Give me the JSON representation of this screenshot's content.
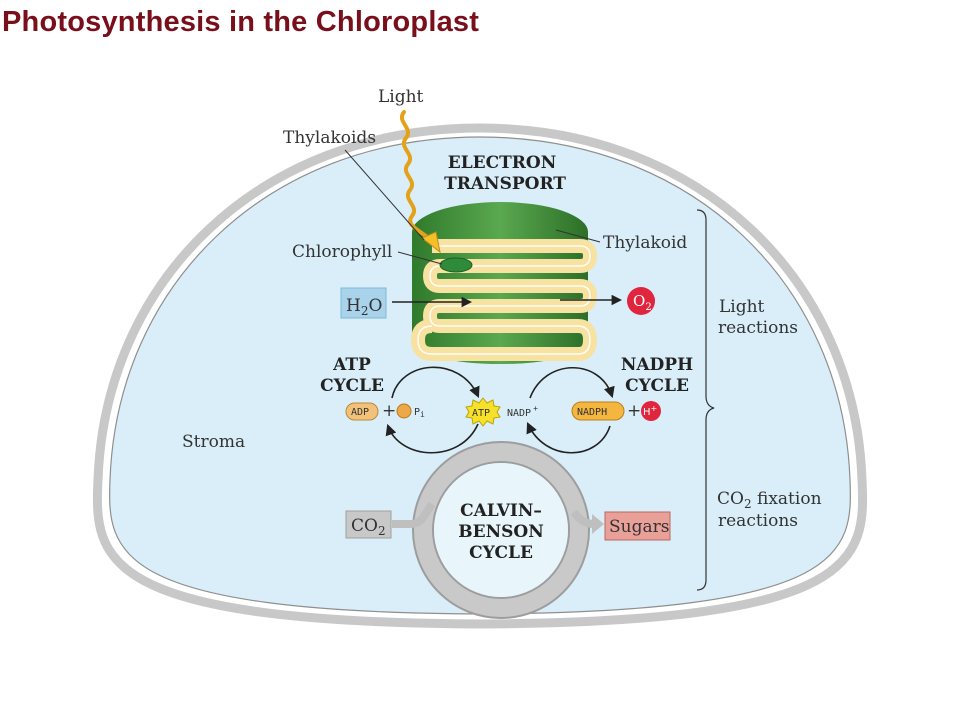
{
  "title": "Photosynthesis in the Chloroplast",
  "labels": {
    "light": "Light",
    "thylakoids": "Thylakoids",
    "electron_transport_1": "ELECTRON",
    "electron_transport_2": "TRANSPORT",
    "thylakoid": "Thylakoid",
    "chlorophyll": "Chlorophyll",
    "h2o": "H",
    "h2o_sub": "2",
    "h2o_end": "O",
    "o2": "O",
    "o2_sub": "2",
    "light_reactions_1": "Light",
    "light_reactions_2": "reactions",
    "atp_cycle_1": "ATP",
    "atp_cycle_2": "CYCLE",
    "nadph_cycle_1": "NADPH",
    "nadph_cycle_2": "CYCLE",
    "adp": "ADP",
    "plus": "+",
    "pi": "P",
    "pi_sub": "i",
    "atp": "ATP",
    "nadp": "NADP",
    "nadp_sup": "+",
    "nadph": "NADPH",
    "h_plus": "H",
    "h_plus_sup": "+",
    "stroma": "Stroma",
    "co2": "CO",
    "co2_sub": "2",
    "calvin_1": "CALVIN–",
    "calvin_2": "BENSON",
    "calvin_3": "CYCLE",
    "sugars": "Sugars",
    "co2_fixation_1": "CO",
    "co2_fixation_sub": "2",
    "co2_fixation_end": " fixation",
    "co2_fixation_2": "reactions"
  },
  "colors": {
    "title": "#7a0f1c",
    "stroma": "#d9eef8",
    "membrane": "#bcbcbc",
    "thylakoid_green": "#3f8f3a",
    "thylakoid_fill": "#f7e2a2",
    "light_wave": "#e3a21a",
    "h2o_box": "#a8d3ea",
    "o2": "#e0263f",
    "sugars_box": "#e8a098",
    "co2_box": "#c8c8c8",
    "calvin_ring": "#bfbfbf",
    "adp": "#f3c27a",
    "atp": "#f7e02a",
    "nadph": "#f5b640"
  }
}
